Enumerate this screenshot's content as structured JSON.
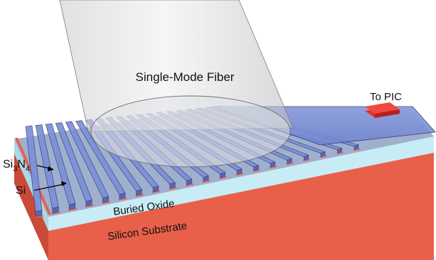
{
  "labels": {
    "fiber": "Single-Mode Fiber",
    "to_pic": "To PIC",
    "si3n4": {
      "base1": "Si",
      "sub1": "3",
      "base2": "N",
      "sub2": "4"
    },
    "si": "Si",
    "buried_oxide": "Buried Oxide",
    "substrate": "Silicon Substrate"
  },
  "colors": {
    "substrate": "#e8604a",
    "substrate_side": "#c94a36",
    "oxide": "#c8ecf5",
    "oxide_side": "#a9d8e6",
    "nitride": "#7b8fd8",
    "nitride_side": "#5567b5",
    "si_line": "#e8604a",
    "fiber_glass": "#d9dadd",
    "pic_block": "#e5322b"
  },
  "grating": {
    "ridge_count": 20
  }
}
